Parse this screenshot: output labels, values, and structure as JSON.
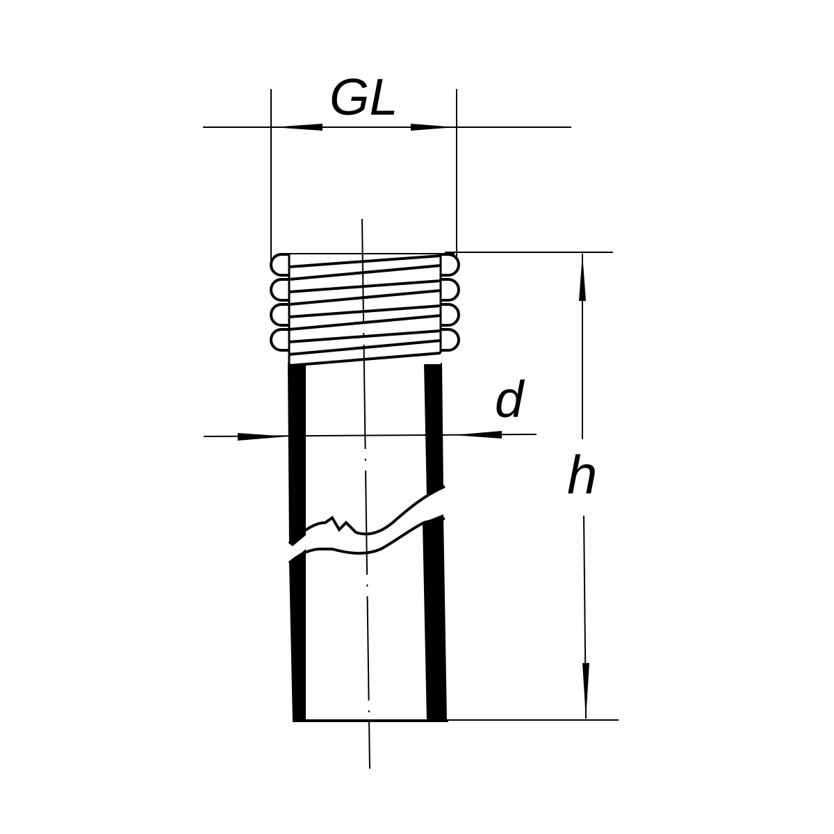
{
  "labels": {
    "thread_size": "GL",
    "diameter": "d",
    "height": "h"
  },
  "colors": {
    "ink": "#000000",
    "paper": "#ffffff"
  }
}
